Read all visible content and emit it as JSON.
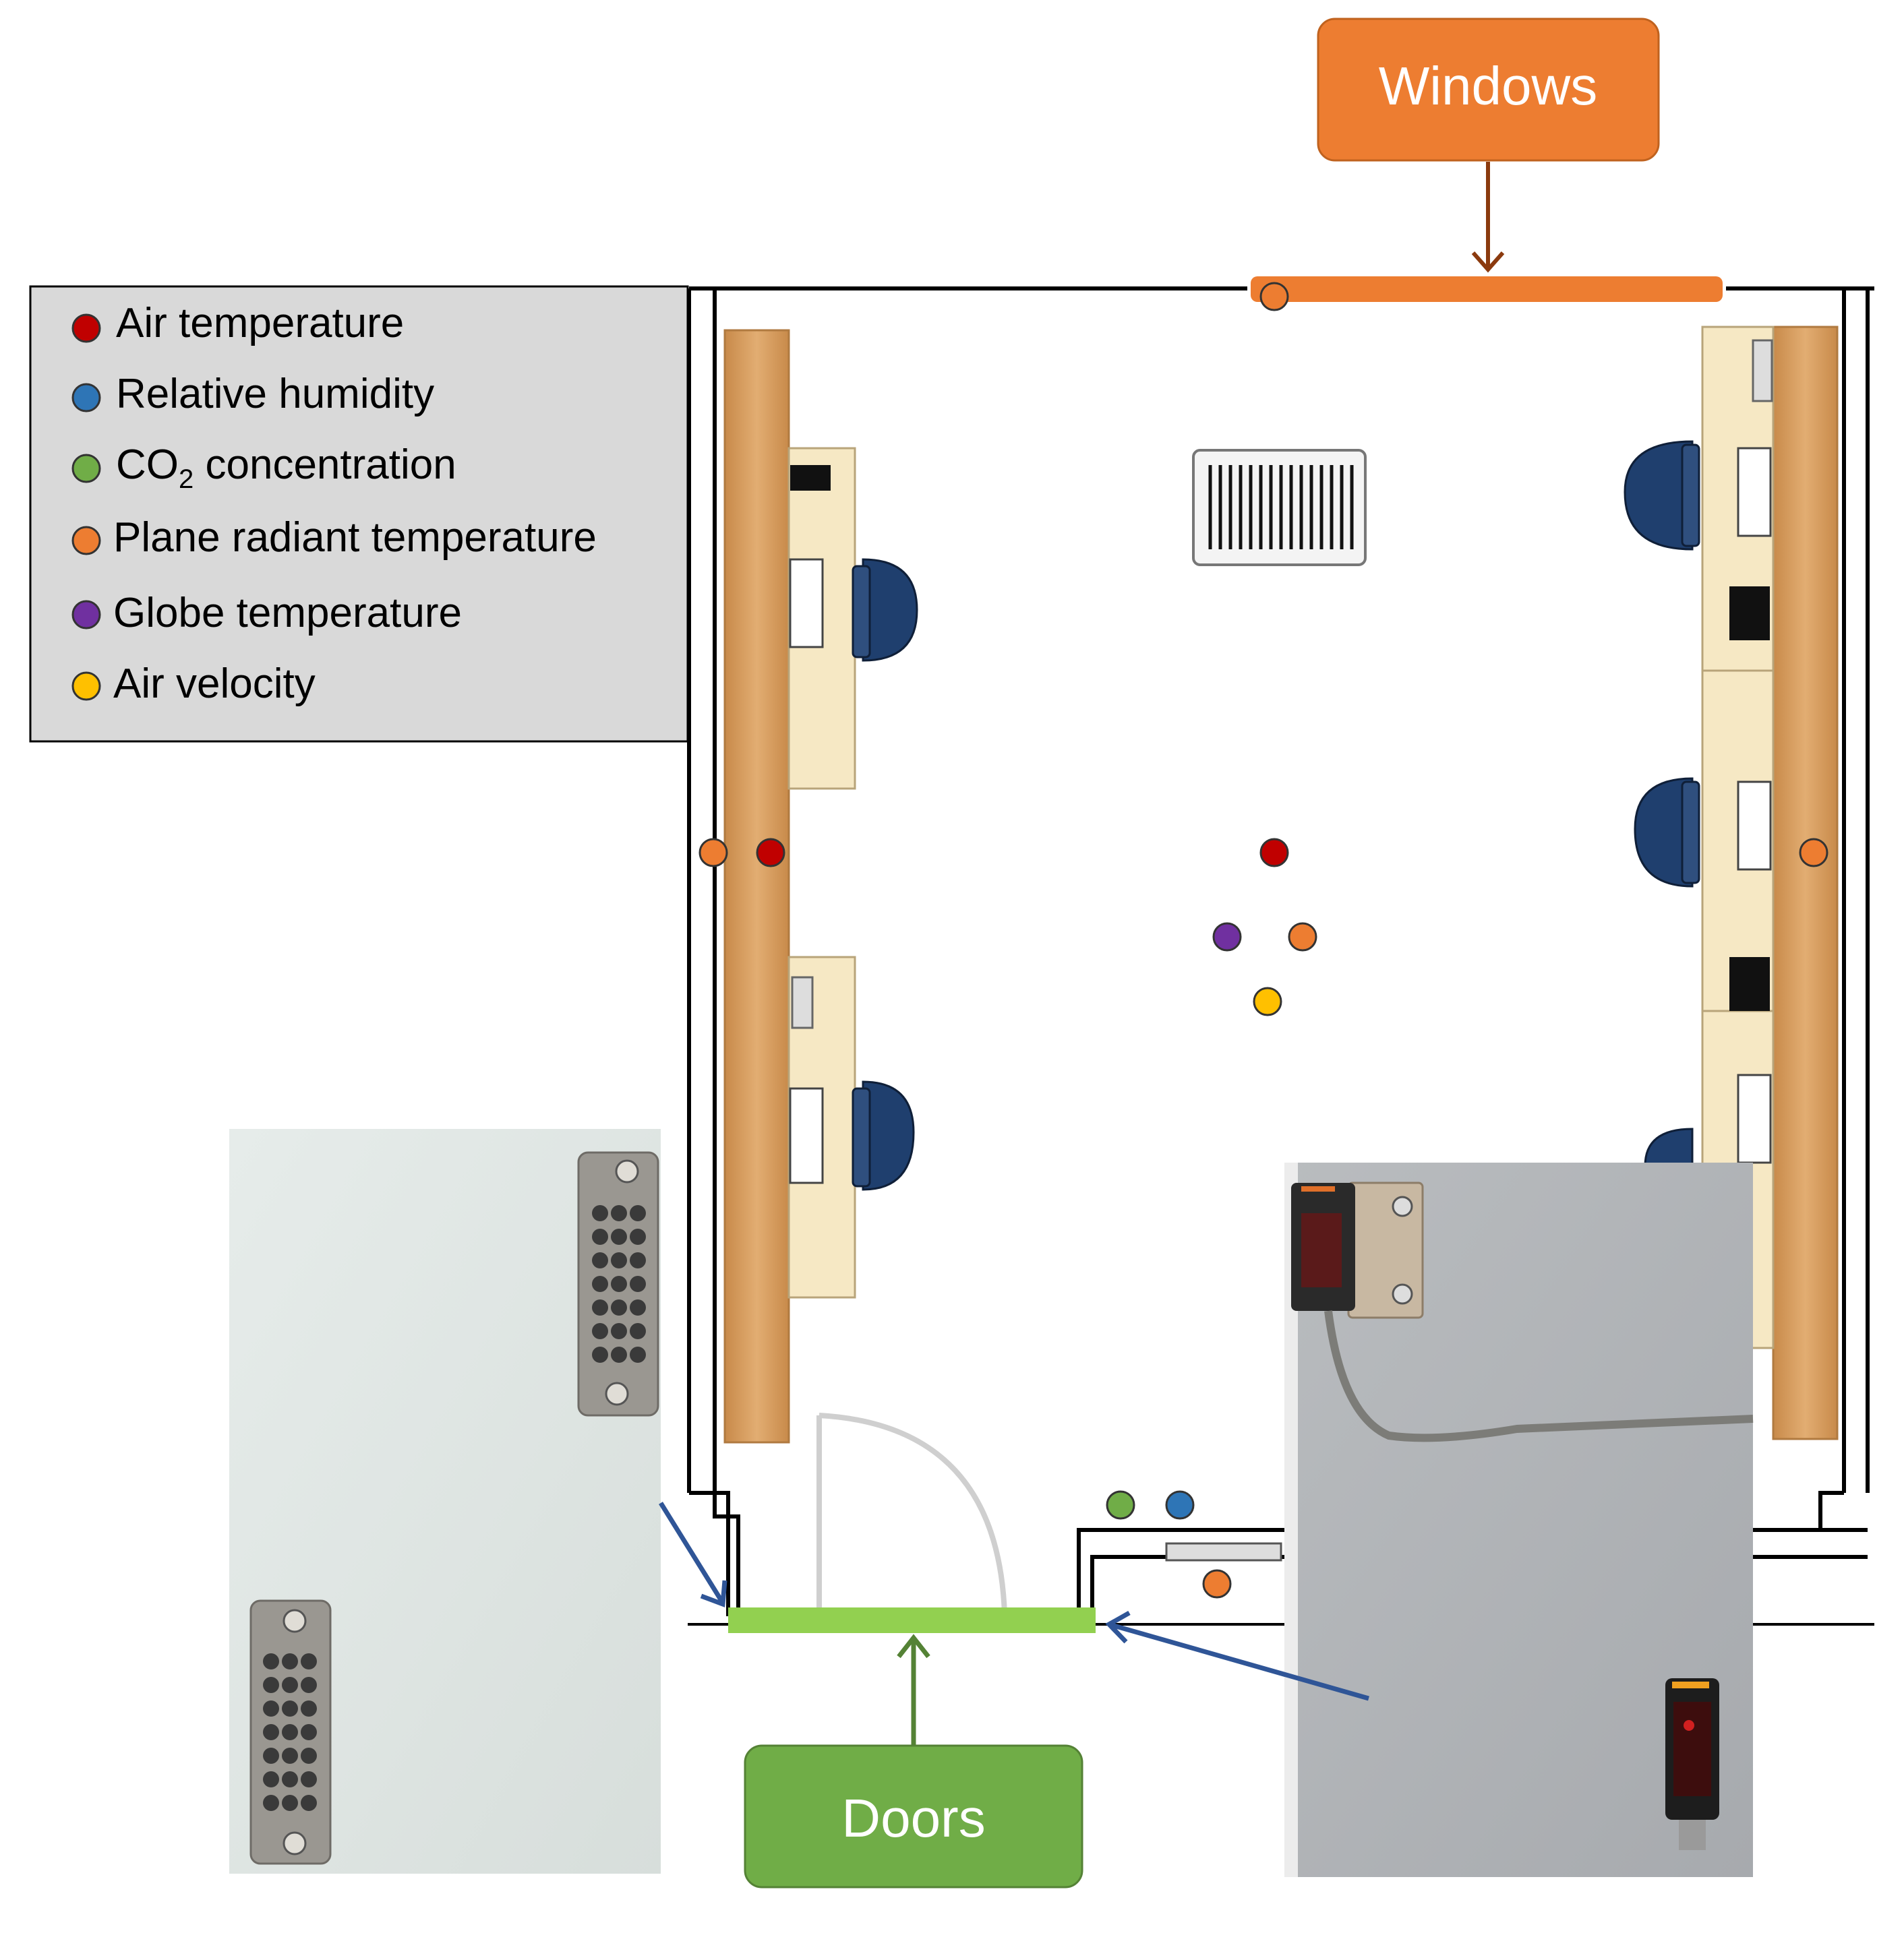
{
  "legend": {
    "items": [
      {
        "label": "Air temperature",
        "color": "#c00000"
      },
      {
        "label": "Relative humidity",
        "color": "#2e75b6"
      },
      {
        "label": "CO",
        "sub": "2",
        "suffix": " concentration",
        "color": "#70ad47"
      },
      {
        "label": "Plane radiant temperature",
        "color": "#ed7d31"
      },
      {
        "label": "Globe temperature",
        "color": "#7030a0"
      },
      {
        "label": "Air velocity",
        "color": "#ffc000"
      }
    ]
  },
  "callouts": {
    "windows": {
      "label": "Windows",
      "color": "#ed7d31"
    },
    "doors": {
      "label": "Doors",
      "color": "#70ad47"
    }
  },
  "colors": {
    "window_bar": "#ed7d31",
    "door_bar": "#92d050",
    "wood": "#d9a064",
    "desk": "#f6e8c4",
    "chair": "#1f3f6e",
    "arrow_windows": "#8b3a0e",
    "arrow_doors": "#548235",
    "arrow_blue": "#2f5597"
  }
}
